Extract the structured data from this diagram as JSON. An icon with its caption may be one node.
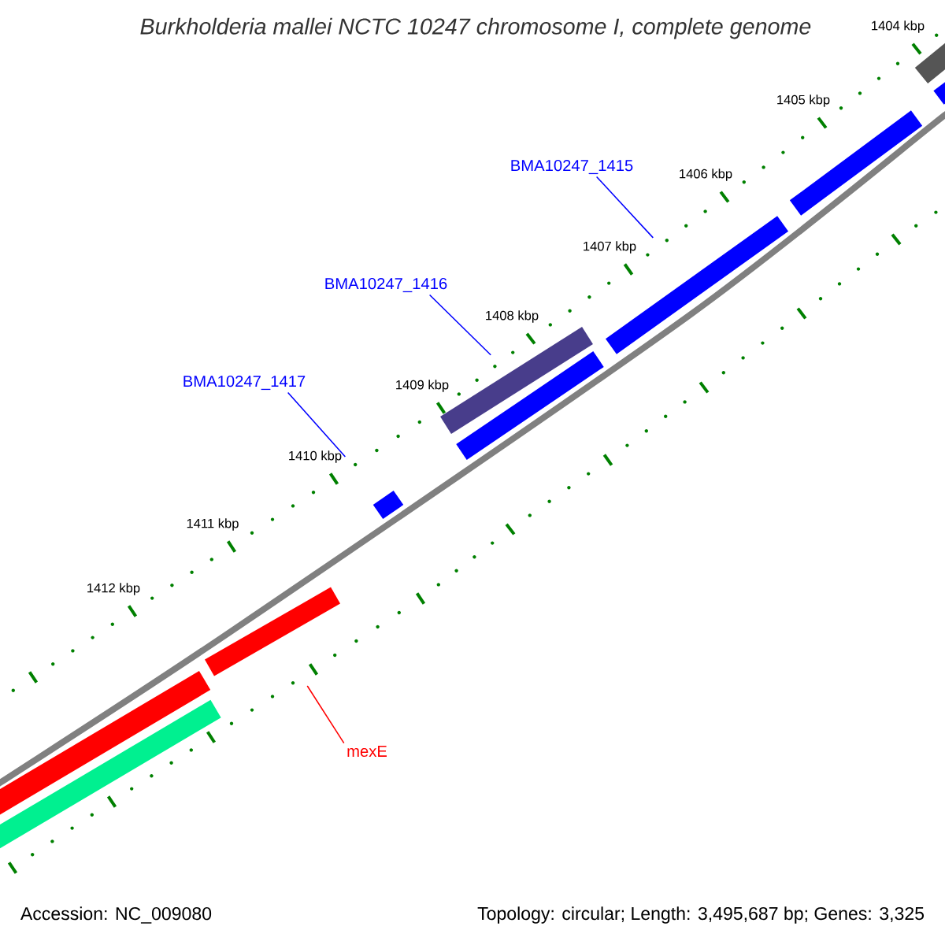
{
  "diagram": {
    "title": "Burkholderia mallei NCTC 10247 chromosome I, complete genome",
    "nodes": [
      {
        "text": [
          "BMA10247_1415"
        ]
      },
      {
        "text": [
          "BMA10247_1416"
        ]
      },
      {
        "text": [
          "BMA10247_1417"
        ]
      },
      {
        "text": [
          "mexE"
        ]
      },
      {
        "text": [],
        "shape": "bar"
      },
      {
        "text": [],
        "shape": "bar"
      },
      {
        "text": [],
        "shape": "bar"
      },
      {
        "text": [],
        "shape": "bar"
      },
      {
        "text": [],
        "shape": "bar"
      },
      {
        "text": [],
        "shape": "bar"
      },
      {
        "text": [],
        "shape": "bar"
      },
      {
        "text": [],
        "shape": "bar"
      },
      {
        "text": [],
        "shape": "bar"
      },
      {
        "text": [],
        "shape": "bar"
      }
    ],
    "edges": [
      {
        "from": 0,
        "to": 4,
        "arrow": "none"
      },
      {
        "from": 1,
        "to": 5,
        "arrow": "none"
      },
      {
        "from": 2,
        "to": 6,
        "arrow": "none"
      },
      {
        "from": 3,
        "to": 7,
        "arrow": "none",
        "color": "#ff0000"
      }
    ],
    "labels": [
      "1404 kbp",
      "1405 kbp",
      "1406 kbp",
      "1407 kbp",
      "1408 kbp",
      "1409 kbp",
      "1410 kbp",
      "1411 kbp",
      "1412 kbp",
      "Accession: NC_009080",
      "Topology: circular; Length: 3,495,687 bp; Genes: 3,325"
    ]
  }
}
